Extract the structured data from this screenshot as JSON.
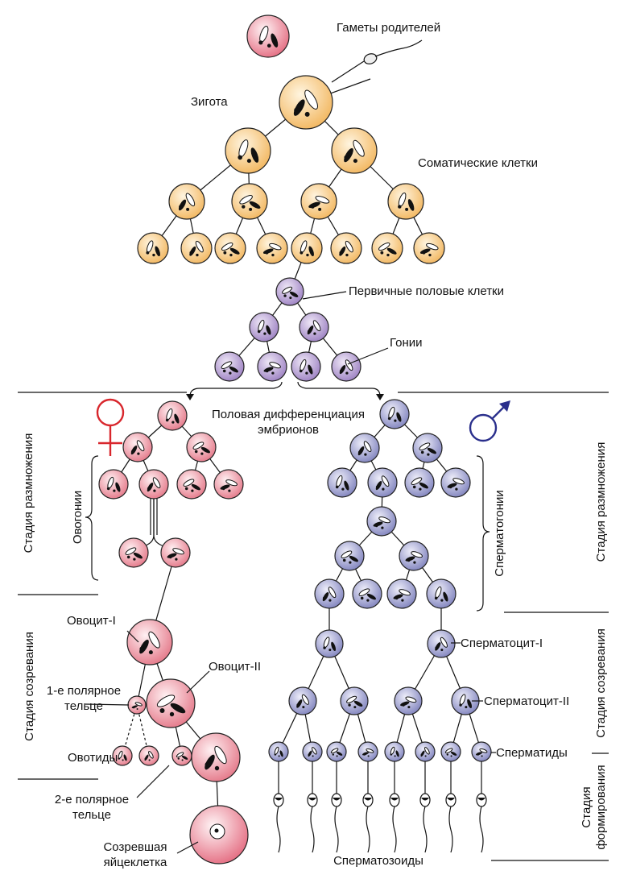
{
  "labels": {
    "parent_gametes": "Гаметы родителей",
    "zygote": "Зигота",
    "somatic_cells": "Соматические клетки",
    "primary_germ_cells": "Первичные половые клетки",
    "gonia": "Гонии",
    "sex_differentiation_line1": "Половая дифференциация",
    "sex_differentiation_line2": "эмбрионов",
    "oogonia": "Овогонии",
    "spermatogonia": "Сперматогонии",
    "reproduction_stage": "Стадия размножения",
    "maturation_stage": "Стадия созревания",
    "formation_stage_line1": "Стадия",
    "formation_stage_line2": "формирования",
    "oocyte_1": "Овоцит-I",
    "oocyte_2": "Овоцит-II",
    "first_polar_body_line1": "1-е полярное",
    "first_polar_body_line2": "тельце",
    "ootids": "Овотиды",
    "second_polar_body_line1": "2-е полярное",
    "second_polar_body_line2": "тельце",
    "mature_egg_line1": "Созревшая",
    "mature_egg_line2": "яйцеклетка",
    "spermatocyte_1": "Сперматоцит-I",
    "spermatocyte_2": "Сперматоцит-II",
    "spermatids": "Сперматиды",
    "spermatozoa": "Сперматозоиды"
  },
  "icons": {
    "female": "female-symbol-icon",
    "male": "male-symbol-icon"
  },
  "colors": {
    "somatic": "#f7c477",
    "somatic_light": "#fde6bf",
    "germ": "#b39ad1",
    "germ_light": "#e4d9f0",
    "female": "#e88a98",
    "female_light": "#fbdde2",
    "male": "#8c8fc6",
    "male_light": "#dcdcf0",
    "female_symbol": "#d8262c",
    "male_symbol": "#2a2f8c"
  }
}
